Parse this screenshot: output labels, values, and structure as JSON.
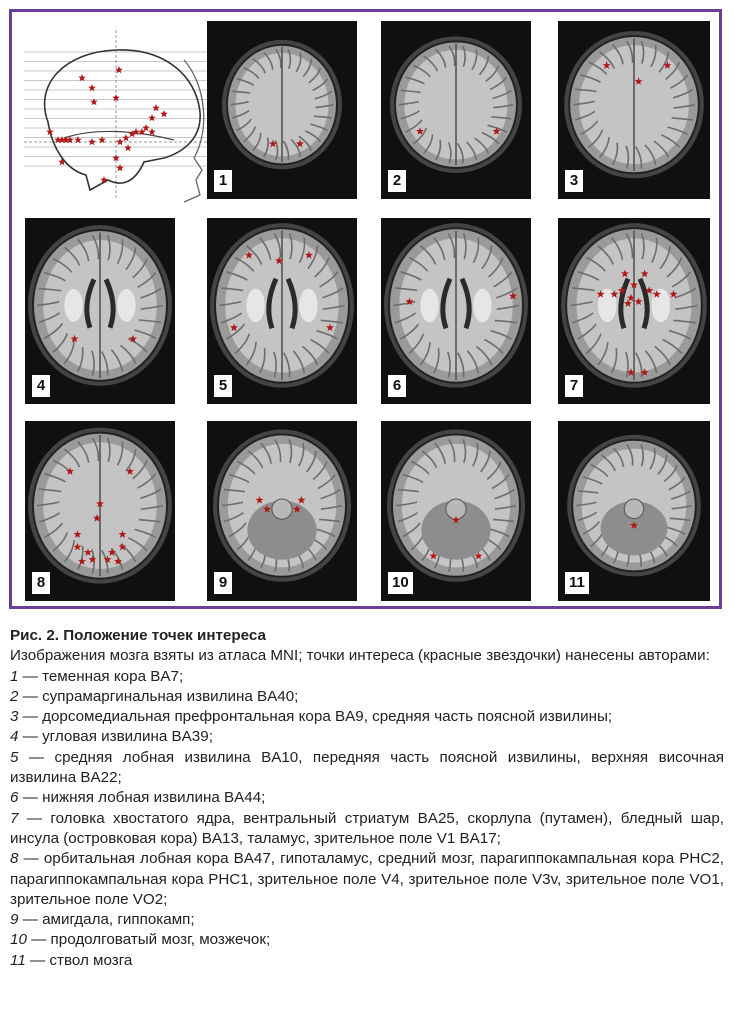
{
  "figure": {
    "panels": [
      {
        "label": "1",
        "view": "axial-superior"
      },
      {
        "label": "2",
        "view": "axial-superior"
      },
      {
        "label": "3",
        "view": "axial-upper"
      },
      {
        "label": "4",
        "view": "axial-mid"
      },
      {
        "label": "5",
        "view": "axial-ventricles"
      },
      {
        "label": "6",
        "view": "axial-ventricles"
      },
      {
        "label": "7",
        "view": "axial-basal"
      },
      {
        "label": "8",
        "view": "axial-basal"
      },
      {
        "label": "9",
        "view": "axial-temporal"
      },
      {
        "label": "10",
        "view": "axial-cerebellum"
      },
      {
        "label": "11",
        "view": "axial-brainstem"
      }
    ],
    "marker_color": "#b01818"
  },
  "caption": {
    "title": "Рис. 2. Положение точек интереса",
    "intro": "Изображения мозга взяты из атласа MNI; точки интереса (красные звездочки) нанесены авторами:",
    "items": [
      {
        "num": "1",
        "text": " — теменная кора BA7;"
      },
      {
        "num": "2",
        "text": " — супрамаргинальная извилина BA40;"
      },
      {
        "num": "3",
        "text": " — дорсомедиальная префронтальная кора BA9, средняя часть поясной извилины;"
      },
      {
        "num": "4",
        "text": " — угловая извилина BA39;"
      },
      {
        "num": "5",
        "text": " — средняя лобная извилина BA10, передняя часть поясной извилины, верхняя височная извилина BA22;"
      },
      {
        "num": "6",
        "text": " — нижняя лобная извилина BA44;"
      },
      {
        "num": "7",
        "text": " — головка хвостатого ядра, вентральный стриатум BA25, скорлупа (путамен), бледный шар, инсула (островковая кора) BA13, таламус, зрительное поле V1 BA17;"
      },
      {
        "num": "8",
        "text": " — орбитальная лобная кора BA47, гипоталамус, средний мозг, парагиппокампальная кора PHC2, парагиппокампальная кора PHC1, зрительное поле V4, зрительное поле V3v, зрительное поле VO1, зрительное поле VO2;"
      },
      {
        "num": "9",
        "text": " — амигдала, гиппокамп;"
      },
      {
        "num": "10",
        "text": " — продолговатый мозг, мозжечок;"
      },
      {
        "num": "11",
        "text": " — ствол мозга"
      }
    ]
  }
}
